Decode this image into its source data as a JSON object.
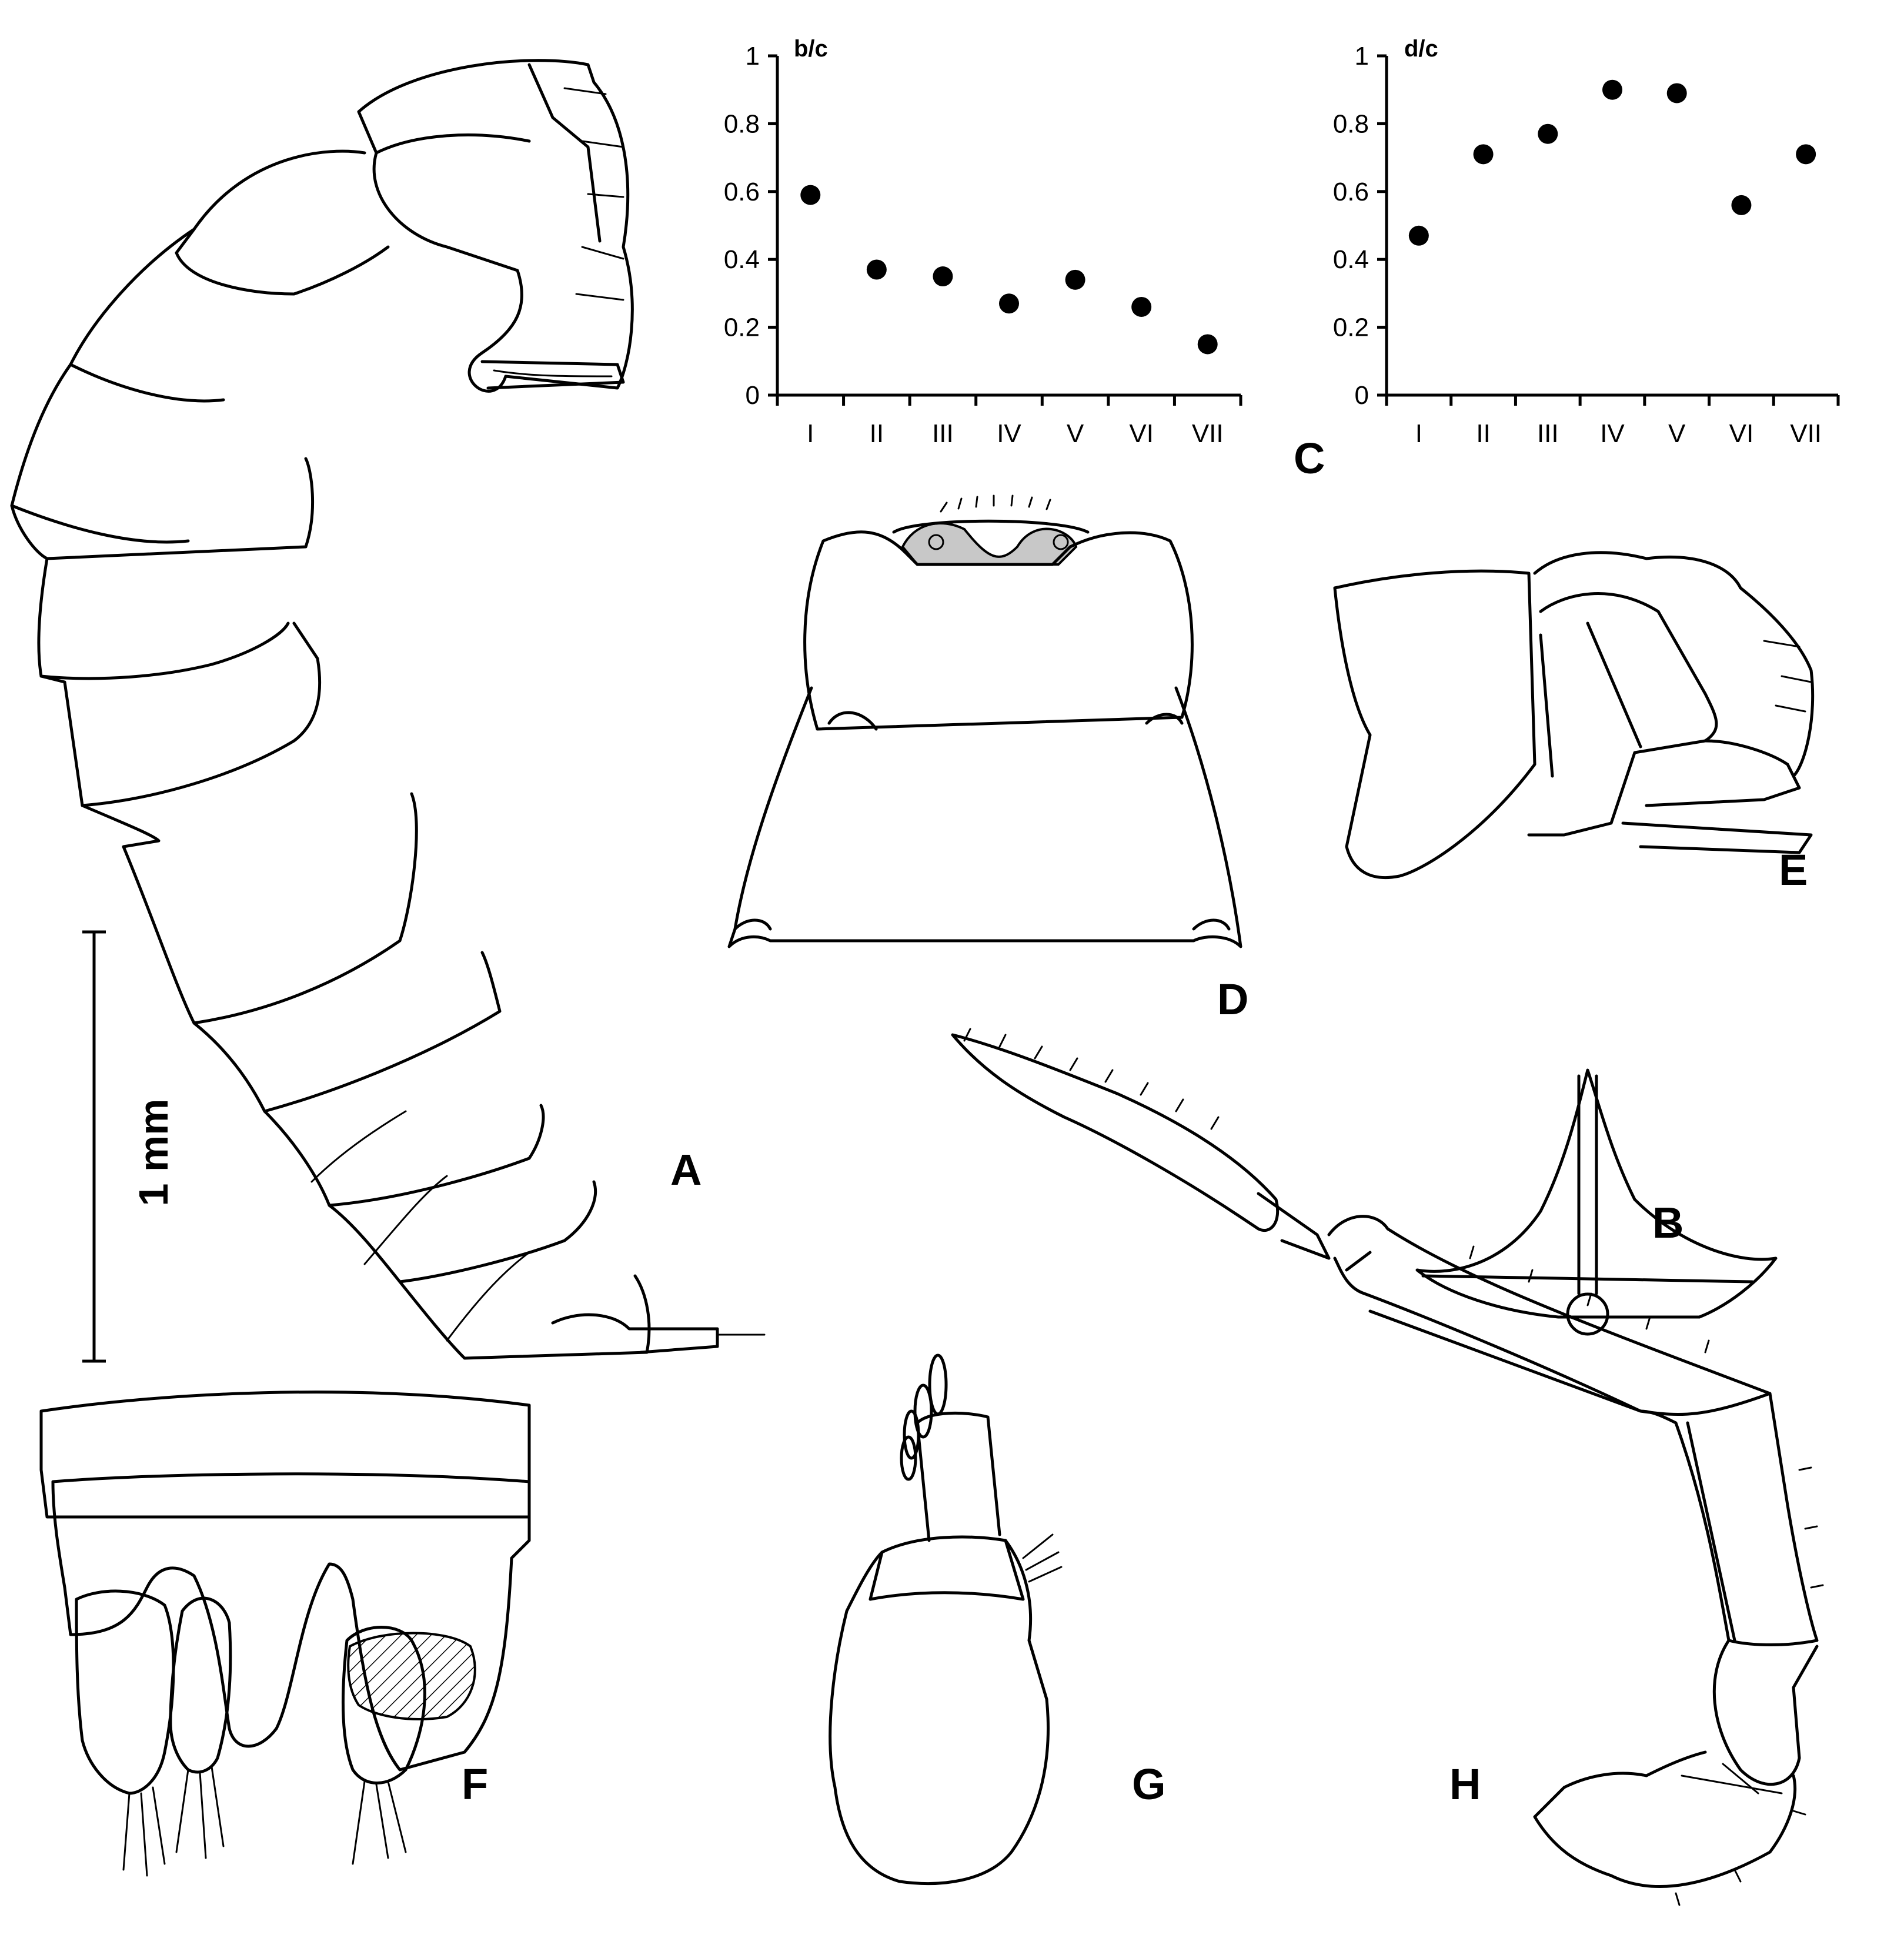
{
  "panels": {
    "a": "A",
    "b": "B",
    "c": "C",
    "d": "D",
    "e": "E",
    "f": "F",
    "g": "G",
    "h": "H"
  },
  "scale_bar": {
    "label": "1 mm"
  },
  "chart_data": [
    {
      "type": "scatter",
      "title": "b/c",
      "categories": [
        "I",
        "II",
        "III",
        "IV",
        "V",
        "VI",
        "VII"
      ],
      "values": [
        0.59,
        0.37,
        0.35,
        0.27,
        0.34,
        0.26,
        0.15
      ],
      "yticks": [
        "0",
        "0.2",
        "0.4",
        "0.6",
        "0.8",
        "1"
      ],
      "ylim": [
        0,
        1
      ]
    },
    {
      "type": "scatter",
      "title": "d/c",
      "categories": [
        "I",
        "II",
        "III",
        "IV",
        "V",
        "VI",
        "VII"
      ],
      "values": [
        0.47,
        0.71,
        0.77,
        0.9,
        0.89,
        0.56,
        0.71
      ],
      "yticks": [
        "0",
        "0.2",
        "0.4",
        "0.6",
        "0.8",
        "1"
      ],
      "ylim": [
        0,
        1
      ]
    }
  ]
}
